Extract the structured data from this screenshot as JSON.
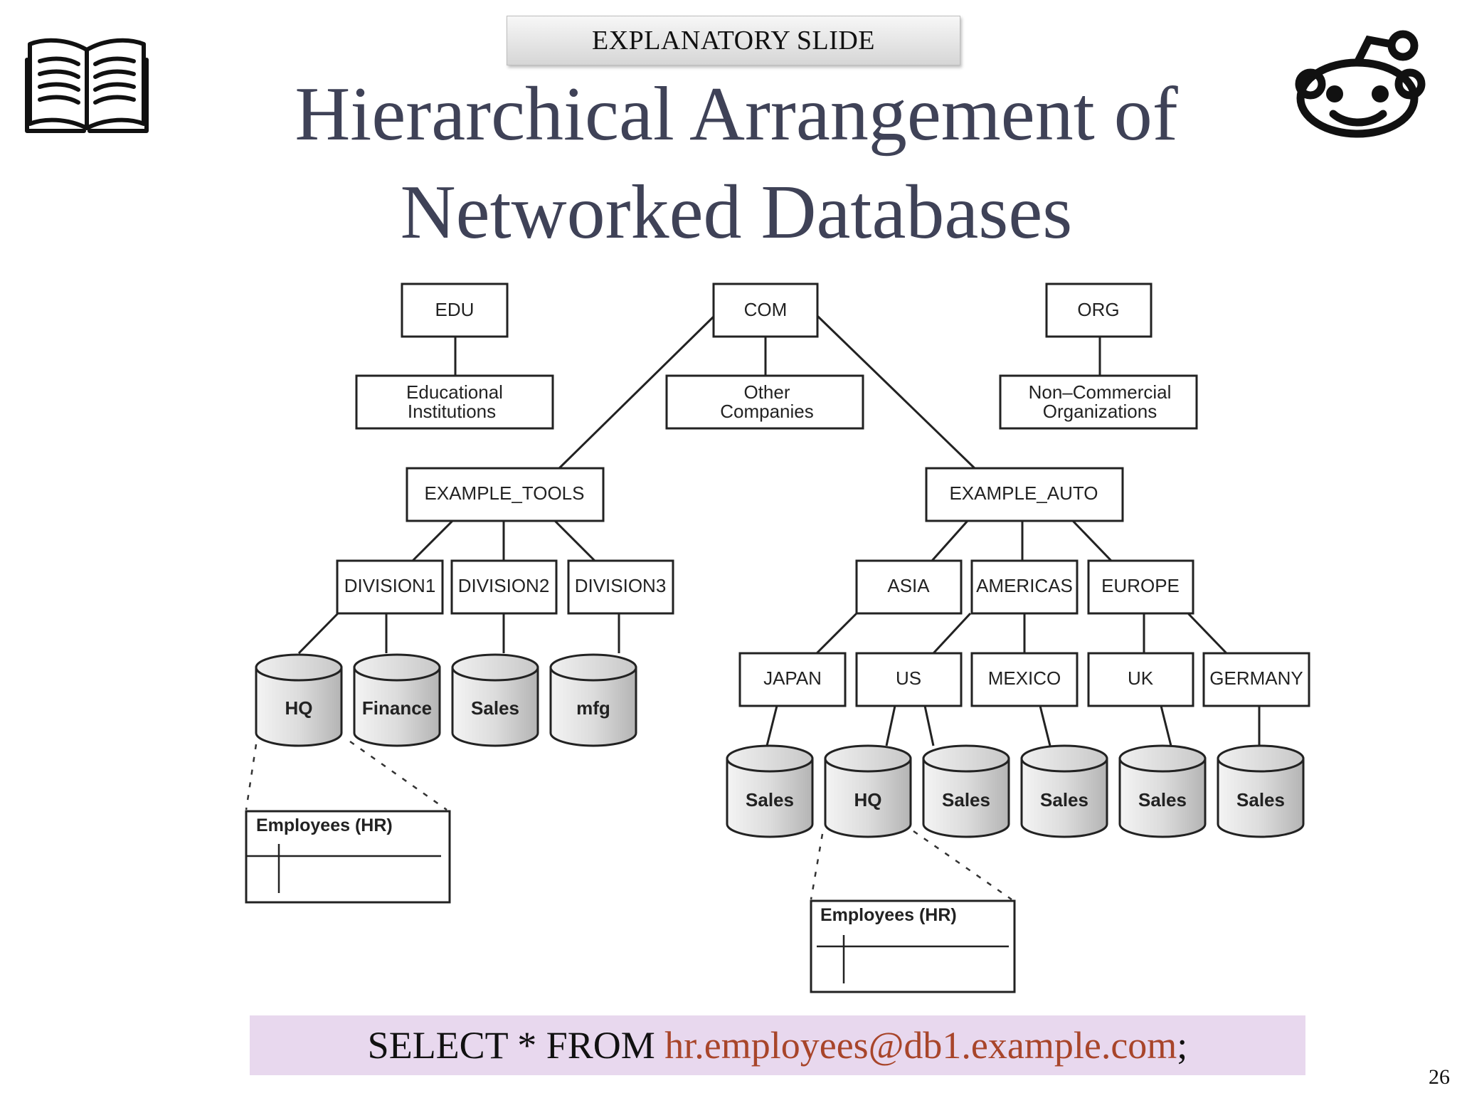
{
  "slide": {
    "badge": "EXPLANATORY SLIDE",
    "title_line1": "Hierarchical Arrangement of",
    "title_line2": "Networked Databases",
    "page_number": "26",
    "icons": {
      "left": "open-book-icon",
      "right": "robot-face-icon"
    }
  },
  "diagram": {
    "domains": {
      "edu": "EDU",
      "com": "COM",
      "org": "ORG"
    },
    "descriptions": {
      "edu": [
        "Educational",
        "Institutions"
      ],
      "com": [
        "Other",
        "Companies"
      ],
      "org": [
        "Non–Commercial",
        "Organizations"
      ]
    },
    "companies": {
      "tools": "EXAMPLE_TOOLS",
      "auto": "EXAMPLE_AUTO"
    },
    "divisions": [
      "DIVISION1",
      "DIVISION2",
      "DIVISION3"
    ],
    "regions": [
      "ASIA",
      "AMERICAS",
      "EUROPE"
    ],
    "countries": [
      "JAPAN",
      "US",
      "MEXICO",
      "UK",
      "GERMANY"
    ],
    "tools_dbs": [
      "HQ",
      "Finance",
      "Sales",
      "mfg"
    ],
    "auto_dbs": [
      "Sales",
      "HQ",
      "Sales",
      "Sales",
      "Sales",
      "Sales"
    ],
    "table_label": "Employees (HR)"
  },
  "sql": {
    "prefix": "SELECT * FROM ",
    "db": "hr.employees@db1.example.com",
    "suffix": ";"
  },
  "colors": {
    "title": "#3f4257",
    "sql_bg": "#e8d8ee",
    "sql_db": "#a8452a"
  }
}
